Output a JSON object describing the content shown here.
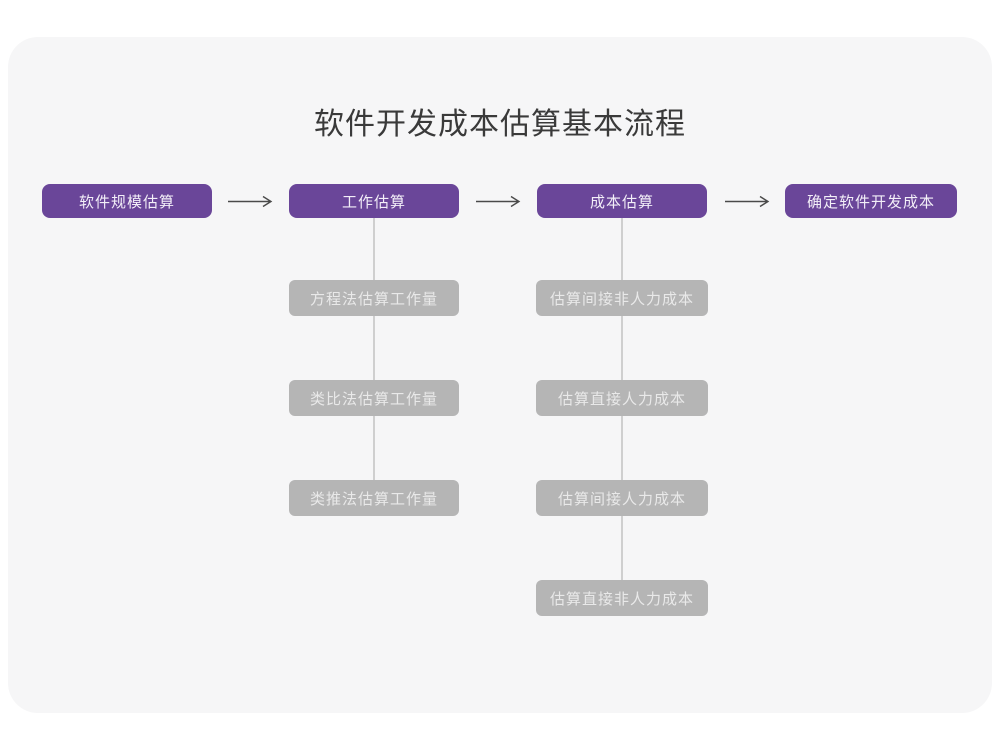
{
  "title": "软件开发成本估算基本流程",
  "flow": {
    "main_steps": [
      {
        "label": "软件规模估算"
      },
      {
        "label": "工作估算"
      },
      {
        "label": "成本估算"
      },
      {
        "label": "确定软件开发成本"
      }
    ],
    "work_substeps": [
      "方程法估算工作量",
      "类比法估算工作量",
      "类推法估算工作量"
    ],
    "cost_substeps": [
      "估算间接非人力成本",
      "估算直接人力成本",
      "估算间接人力成本",
      "估算直接非人力成本"
    ]
  },
  "colors": {
    "primary_node_bg": "#6a4699",
    "primary_node_text": "#f3eff8",
    "sub_node_bg": "#b5b5b5",
    "sub_node_text": "#e9e9e9",
    "canvas_bg": "#f6f6f7",
    "page_bg": "#ffffff",
    "connector_line": "#cfcfcf",
    "arrow": "#4a4a4a",
    "title_text": "#3a3a3a"
  }
}
